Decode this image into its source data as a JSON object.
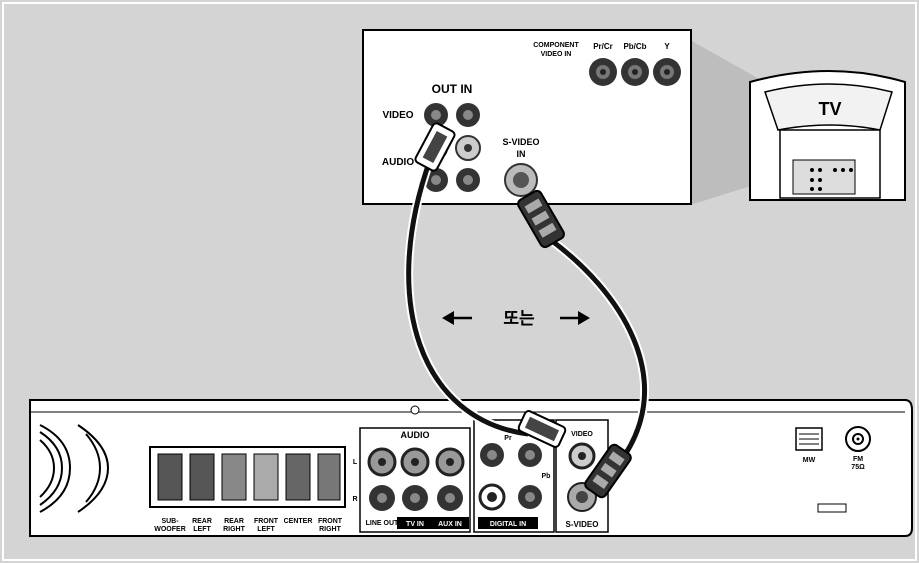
{
  "tv_panel": {
    "component_label_1": "COMPONENT",
    "component_label_2": "VIDEO IN",
    "pr_label": "Pr/Cr",
    "pb_label": "Pb/Cb",
    "y_label": "Y",
    "out_in_label": "OUT IN",
    "video_label": "VIDEO",
    "audio_label": "AUDIO",
    "svideo_label_1": "S-VIDEO",
    "svideo_label_2": "IN"
  },
  "tv": {
    "label": "TV"
  },
  "connector_note": {
    "text": "또는"
  },
  "player_panel": {
    "audio_header": "AUDIO",
    "l_label": "L",
    "r_label": "R",
    "line_out_label": "LINE OUT",
    "tv_in_label": "TV IN",
    "aux_in_label": "AUX IN",
    "digital_in_label": "DIGITAL IN",
    "pr_label": "Pr",
    "pb_label": "Pb",
    "video_label": "VIDEO",
    "svideo_label": "S-VIDEO",
    "mw_label": "MW",
    "fm_label_1": "FM",
    "fm_label_2": "75Ω",
    "speakers": [
      {
        "line1": "SUB-",
        "line2": "WOOFER"
      },
      {
        "line1": "REAR",
        "line2": "LEFT"
      },
      {
        "line1": "REAR",
        "line2": "RIGHT"
      },
      {
        "line1": "FRONT",
        "line2": "LEFT"
      },
      {
        "line1": "CENTER",
        "line2": ""
      },
      {
        "line1": "FRONT",
        "line2": "RIGHT"
      }
    ]
  },
  "colors": {
    "background": "#d4d4d4",
    "panel": "#ffffff",
    "jack": "#333333",
    "cable": "#111111"
  }
}
